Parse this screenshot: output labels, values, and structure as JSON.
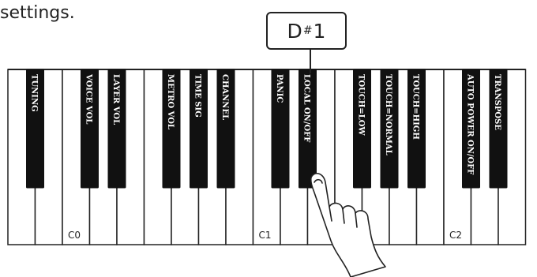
{
  "intro_text": "settings.",
  "callout": {
    "note": "D",
    "accidental": "#",
    "octave": "1"
  },
  "white_key_labels": [
    "C0",
    "C1",
    "C2"
  ],
  "black_key_labels": [
    "TUNING",
    "VOICE VOL",
    "LAYER VOL",
    "METRO VOL",
    "TIME SIG",
    "CHANNEL",
    "PANIC",
    "LOCAL ON/OFF",
    "TOUCH=LOW",
    "TOUCH=NORMAL",
    "TOUCH=HIGH",
    "AUTO POWER ON/OFF",
    "TRANSPOSE"
  ],
  "highlighted_key": "LOCAL ON/OFF"
}
